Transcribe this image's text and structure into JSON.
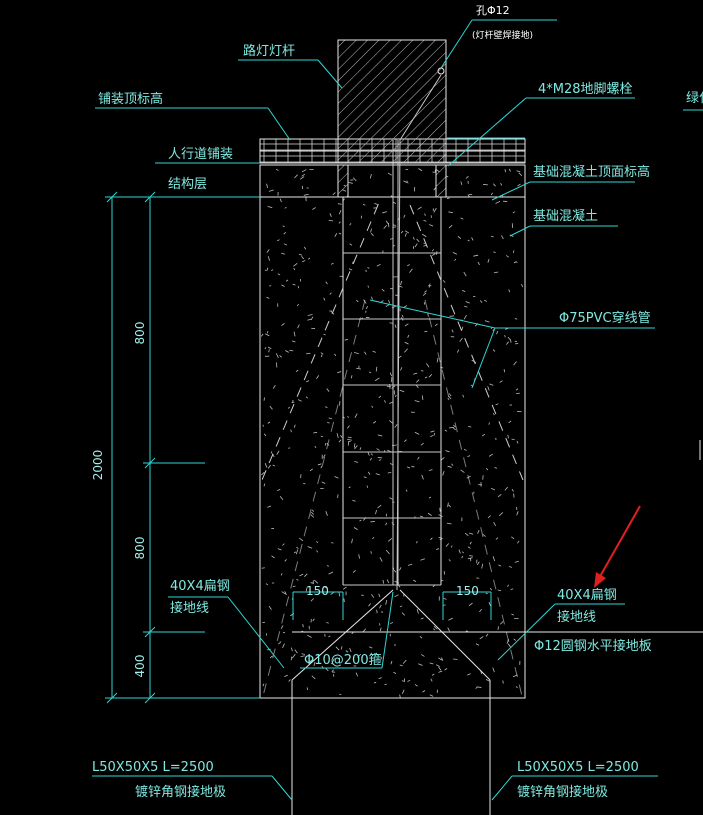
{
  "labels": {
    "hole": "孔Φ12",
    "hole_note": "(灯杆壁焊接地)",
    "pole": "路灯灯杆",
    "paving_top": "铺装顶标高",
    "bolts": "4*M28地脚螺栓",
    "green_partial": "绿化",
    "sidewalk": "人行道铺装",
    "structure": "结构层",
    "concrete_top": "基础混凝土顶面标高",
    "concrete": "基础混凝土",
    "pvc": "Φ75PVC穿线管",
    "flat_steel_left": "40X4扁钢",
    "ground_wire_left": "接地线",
    "flat_steel_right": "40X4扁钢",
    "ground_wire_right": "接地线",
    "round_steel": "Φ12圆钢水平接地板",
    "stirrup": "Φ10@200箍",
    "angle_left_spec": "L50X50X5   L=2500",
    "angle_left_name": "镀锌角钢接地极",
    "angle_right_spec": "L50X50X5   L=2500",
    "angle_right_name": "镀锌角钢接地极"
  },
  "dimensions": {
    "total": "2000",
    "upper": "800",
    "middle": "800",
    "lower": "400",
    "spacing_left": "150",
    "spacing_right": "150"
  },
  "colors": {
    "background": "#000000",
    "text": "#7fe8e0",
    "leader": "#2fd6d6",
    "outline": "#e8e8e8",
    "arrow": "#e02020"
  }
}
